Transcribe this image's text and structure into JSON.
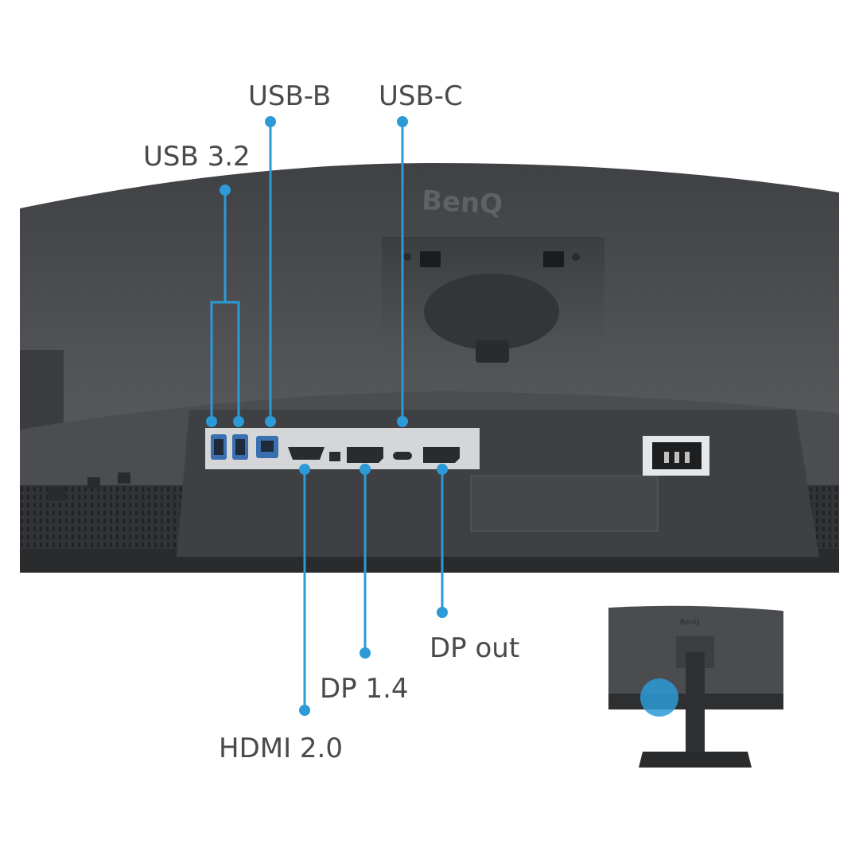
{
  "brand": {
    "logo_text": "BenQ"
  },
  "colors": {
    "callout": "#2b9ad6",
    "label": "#4a4a4a",
    "monitor_body": "#4d4f52",
    "port_panel": "#d4d6d8"
  },
  "callouts": {
    "usb32": "USB 3.2",
    "usbb": "USB-B",
    "usbc": "USB-C",
    "hdmi": "HDMI 2.0",
    "dp14": "DP 1.4",
    "dpout": "DP out"
  },
  "icons": [
    "usb-a-port-icon",
    "usb-b-port-icon",
    "usb-c-port-icon",
    "hdmi-port-icon",
    "displayport-icon",
    "power-socket-icon",
    "highlight-circle-icon"
  ]
}
